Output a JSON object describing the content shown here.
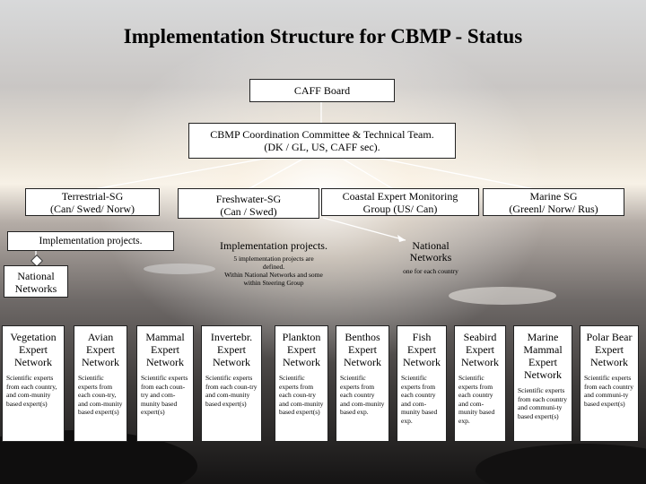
{
  "title": "Implementation Structure for CBMP - Status",
  "caff_board": "CAFF Board",
  "cbmp_committee": {
    "line1": "CBMP Coordination Committee & Technical Team.",
    "line2": "(DK / GL, US, CAFF sec)."
  },
  "terrestrial_sg": {
    "line1": "Terrestrial-SG",
    "line2": "(Can/ Swed/ Norw)"
  },
  "freshwater_sg": {
    "line1": "Freshwater-SG",
    "line2": "(Can / Swed)"
  },
  "coastal_group": {
    "line1": "Coastal Expert Monitoring",
    "line2": "Group (US/ Can)"
  },
  "marine_sg": {
    "line1": "Marine SG",
    "line2": "(Greenl/ Norw/ Rus)"
  },
  "impl_projects_left": "Implementation projects.",
  "impl_projects_center": {
    "title": "Implementation projects.",
    "line1": "5 implementation projects are",
    "line2": "defined.",
    "line3": "Within National Networks and some",
    "line4": "within Steering Group"
  },
  "national_networks_left": {
    "line1": "National",
    "line2": "Networks"
  },
  "national_networks_right": {
    "line1": "National",
    "line2": "Networks",
    "note": "one for each country"
  },
  "networks": [
    {
      "name": "Vegetation Expert Network",
      "desc": "Scientific experts from each country, and com-munity based expert(s)"
    },
    {
      "name": "Avian Expert Network",
      "desc": "Scientific experts from each coun-try, and com-munity based expert(s)"
    },
    {
      "name": "Mammal Expert Network",
      "desc": "Scientific experts from each coun-try and com-munity based expert(s)"
    },
    {
      "name": "Invertebr. Expert Network",
      "desc": "Scientific experts from each coun-try and com-munity based expert(s)"
    },
    {
      "name": "Plankton Expert Network",
      "desc": "Scientific experts from each coun-try and com-munity based expert(s)"
    },
    {
      "name": "Benthos Expert Network",
      "desc": "Scientific experts from each country and com-munity based exp."
    },
    {
      "name": "Fish Expert Network",
      "desc": "Scientific experts from each country and com-munity based exp."
    },
    {
      "name": "Seabird Expert Network",
      "desc": "Scientific experts from each country and com-munity based exp."
    },
    {
      "name": "Marine Mammal Expert Network",
      "desc": "Scientific experts from each country and communi-ty based expert(s)"
    },
    {
      "name": "Polar Bear Expert Network",
      "desc": "Scientific experts from each country and communi-ty based expert(s)"
    }
  ]
}
